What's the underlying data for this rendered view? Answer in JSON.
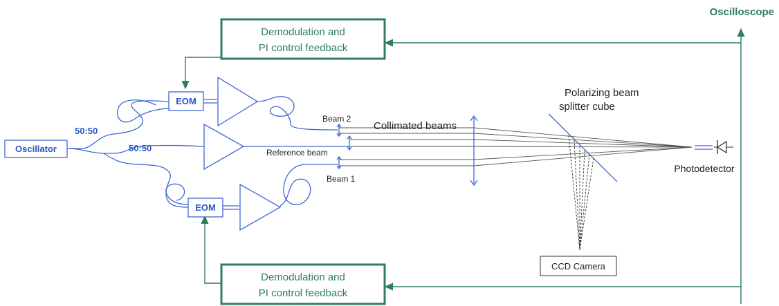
{
  "title": "Oscilloscope",
  "feedback_top": {
    "line1": "Demodulation and",
    "line2": "PI control feedback"
  },
  "feedback_bottom": {
    "line1": "Demodulation and",
    "line2": "PI control feedback"
  },
  "oscillator_label": "Oscillator",
  "splitter_1_label": "50:50",
  "splitter_2_label": "50:50",
  "eom_top_label": "EOM",
  "eom_bottom_label": "EOM",
  "beam_2_label": "Beam 2",
  "reference_beam_label": "Reference beam",
  "beam_1_label": "Beam 1",
  "collimated_label": "Collimated beams",
  "pbs_label": {
    "line1": "Polarizing beam",
    "line2": "splitter cube"
  },
  "ccd_label": "CCD Camera",
  "photodetector_label": "Photodetector",
  "colors": {
    "green": "#2e7d5b",
    "blue": "#3a66d6",
    "black": "#222222"
  }
}
